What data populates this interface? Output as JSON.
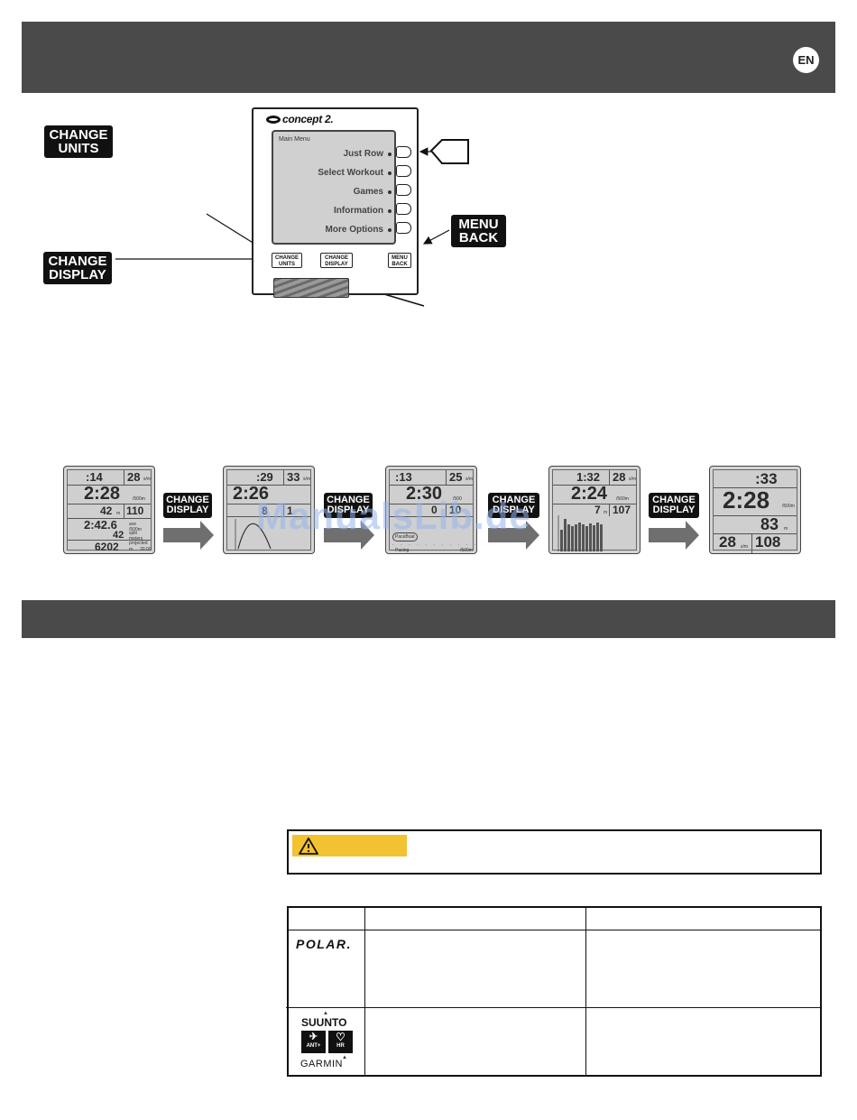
{
  "header": {
    "badge": "EN"
  },
  "labels": {
    "change_units": [
      "CHANGE",
      "UNITS"
    ],
    "change_display": [
      "CHANGE",
      "DISPLAY"
    ],
    "menu_back": [
      "MENU",
      "BACK"
    ]
  },
  "monitor": {
    "logo": "concept 2.",
    "menu_title": "Main Menu",
    "menu_items": [
      "Just Row",
      "Select Workout",
      "Games",
      "Information",
      "More Options"
    ],
    "buttons": {
      "change_units": [
        "CHANGE",
        "UNITS"
      ],
      "change_display": [
        "CHANGE",
        "DISPLAY"
      ],
      "menu_back": [
        "MENU",
        "BACK"
      ]
    }
  },
  "screens": [
    {
      "time": ":14",
      "rate": "28",
      "rate_unit": "s/m",
      "split": "2:28",
      "split_unit": "/500m",
      "dist": "42",
      "dist_unit": "m",
      "hr": "110",
      "avg": "2:42.6",
      "avg_label": "ave /500m",
      "split_val": "42",
      "split_label": "split meters",
      "proj": "6202",
      "proj_label": "projected",
      "proj_unit": "m",
      "proj_time": "30:00"
    },
    {
      "time": ":29",
      "rate": "33",
      "rate_unit": "s/m",
      "split": "2:26",
      "dist": "8",
      "hr": "1"
    },
    {
      "time": ":13",
      "rate": "25",
      "rate_unit": "s/m",
      "split": "2:30",
      "split_unit": "/500",
      "dist": "0",
      "hr": "10",
      "badge": "PaceBoat",
      "footer_left": "Pacing",
      "footer_right": "/500m"
    },
    {
      "time": "1:32",
      "rate": "28",
      "rate_unit": "s/m",
      "split": "2:24",
      "split_unit": "/500m",
      "dist": "7",
      "dist_unit": "m",
      "hr": "107"
    },
    {
      "time": ":33",
      "split": "2:28",
      "split_unit": "/500m",
      "dist": "83",
      "dist_unit": "m",
      "rate": "28",
      "rate_unit": "s/m",
      "hr": "108"
    }
  ],
  "watermark": "ManualsLib.de",
  "table": {
    "brands": {
      "polar": "POLAR.",
      "suunto": "SUUNTO",
      "ant": "ANT+",
      "hr": "HR",
      "garmin": "GARMIN"
    }
  },
  "colors": {
    "band": "#4a4a4a",
    "warning": "#f2c230",
    "lcd": "#d0d0d0"
  }
}
